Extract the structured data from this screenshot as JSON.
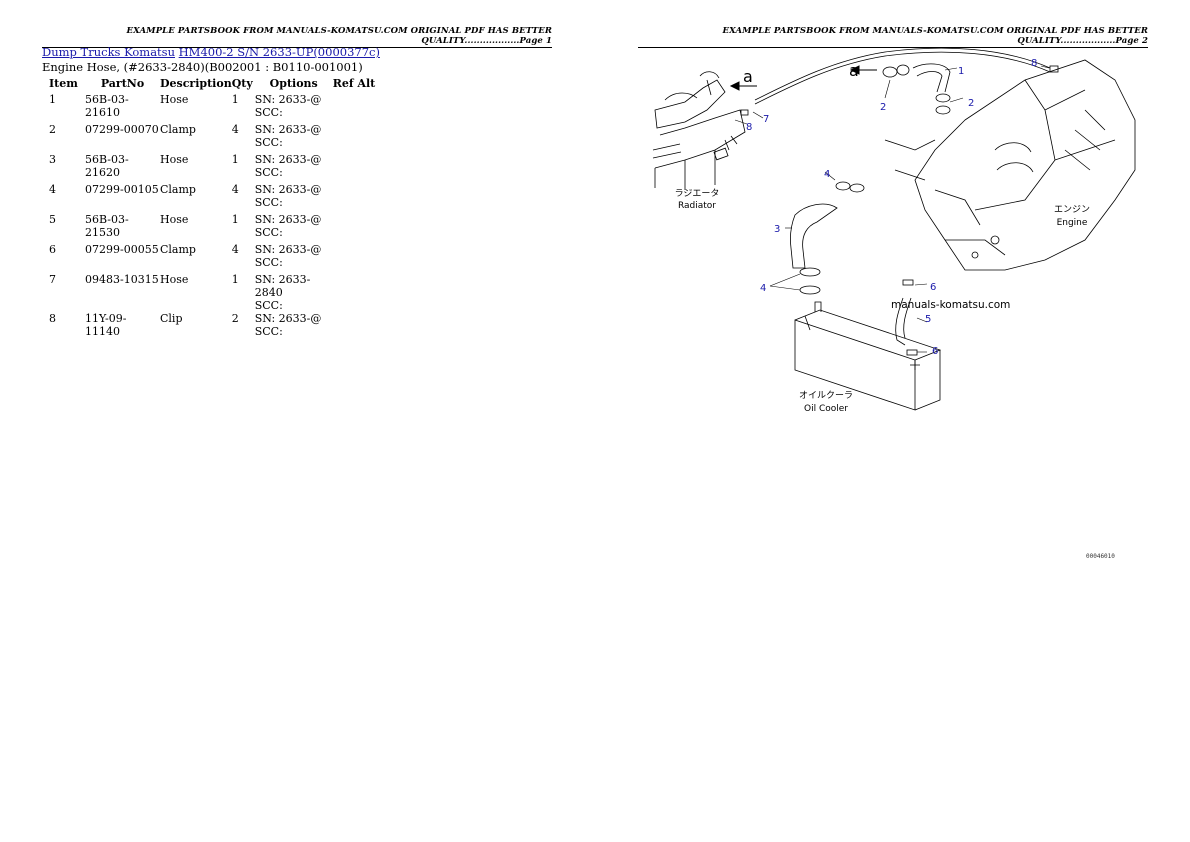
{
  "header": {
    "page1": "EXAMPLE PARTSBOOK FROM MANUALS-KOMATSU.COM ORIGINAL PDF HAS BETTER QUALITY..................Page 1",
    "page2": "EXAMPLE PARTSBOOK FROM MANUALS-KOMATSU.COM ORIGINAL PDF HAS BETTER QUALITY..................Page 2"
  },
  "breadcrumb": {
    "category": "Dump Trucks Komatsu",
    "model": "HM400-2 S/N 2633-UP(0000377c)"
  },
  "subtitle": "Engine Hose, (#2633-2840)(B002001 : B0110-001001)",
  "table": {
    "headers": {
      "item": "Item",
      "partno": "PartNo",
      "desc": "Description",
      "qty": "Qty",
      "options": "Options",
      "ref": "Ref Alt"
    },
    "rows": [
      {
        "item": "1",
        "partno": "56B-03-21610",
        "desc": "Hose",
        "qty": "1",
        "opt1": "SN: 2633-@",
        "opt2": "SCC:"
      },
      {
        "item": "2",
        "partno": "07299-00070",
        "desc": "Clamp",
        "qty": "4",
        "opt1": "SN: 2633-@",
        "opt2": "SCC:"
      },
      {
        "item": "3",
        "partno": "56B-03-21620",
        "desc": "Hose",
        "qty": "1",
        "opt1": "SN: 2633-@",
        "opt2": "SCC:"
      },
      {
        "item": "4",
        "partno": "07299-00105",
        "desc": "Clamp",
        "qty": "4",
        "opt1": "SN: 2633-@",
        "opt2": "SCC:"
      },
      {
        "item": "5",
        "partno": "56B-03-21530",
        "desc": "Hose",
        "qty": "1",
        "opt1": "SN: 2633-@",
        "opt2": "SCC:"
      },
      {
        "item": "6",
        "partno": "07299-00055",
        "desc": "Clamp",
        "qty": "4",
        "opt1": "SN: 2633-@",
        "opt2": "SCC:"
      },
      {
        "item": "7",
        "partno": "09483-10315",
        "desc": "Hose",
        "qty": "1",
        "opt1": "SN: 2633-2840",
        "opt2": "SCC:"
      },
      {
        "item": "8",
        "partno": "11Y-09-11140",
        "desc": "Clip",
        "qty": "2",
        "opt1": "SN: 2633-@",
        "opt2": "SCC:"
      }
    ]
  },
  "diagram": {
    "label_radiator_jp": "ラジエータ",
    "label_radiator": "Radiator",
    "label_engine_jp": "エンジン",
    "label_engine": "Engine",
    "label_cooler_jp": "オイルクーラ",
    "label_cooler": "Oil Cooler",
    "watermark": "manuals-komatsu.com",
    "arrow_a": "a",
    "callouts": {
      "n1": "1",
      "n2": "2",
      "n3": "3",
      "n4": "4",
      "n5": "5",
      "n6": "6",
      "n7": "7",
      "n8": "8"
    },
    "code": "00046010"
  },
  "colors": {
    "link": "#1a1aaa",
    "callout": "#1a1aaa"
  }
}
